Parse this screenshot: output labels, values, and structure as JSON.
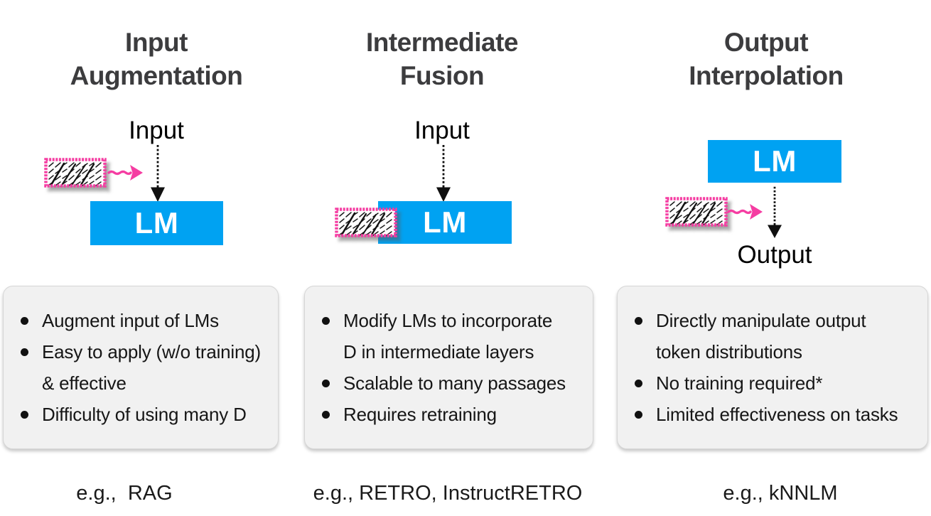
{
  "colors": {
    "lm_blue": "#00a2f2",
    "pink": "#f53da2",
    "title_gray": "#3c3c3e",
    "text_black": "#161616",
    "box_bg": "#f1f1f1",
    "box_border": "#d6d6d6"
  },
  "icons": {
    "document": "retrieved-document-icon",
    "pink_arrow": "pink-arrow-icon",
    "down_arrow": "down-arrow-icon"
  },
  "columns": [
    {
      "title_line1": "Input",
      "title_line2": "Augmentation",
      "io_label": "Input",
      "lm_label": "LM",
      "bullets": [
        "Augment input of LMs",
        "Easy to apply (w/o training)\n& effective",
        "Difficulty of using many D"
      ],
      "example": "e.g.,  RAG"
    },
    {
      "title_line1": "Intermediate",
      "title_line2": "Fusion",
      "io_label": "Input",
      "lm_label": "LM",
      "bullets": [
        "Modify LMs to incorporate\nD in intermediate layers",
        "Scalable to many passages",
        "Requires retraining"
      ],
      "example": "e.g., RETRO, InstructRETRO"
    },
    {
      "title_line1": "Output",
      "title_line2": "Interpolation",
      "io_label": "Output",
      "lm_label": "LM",
      "bullets": [
        "Directly manipulate output\ntoken distributions",
        "No training required*",
        "Limited effectiveness on tasks"
      ],
      "example": "e.g., kNNLM"
    }
  ]
}
